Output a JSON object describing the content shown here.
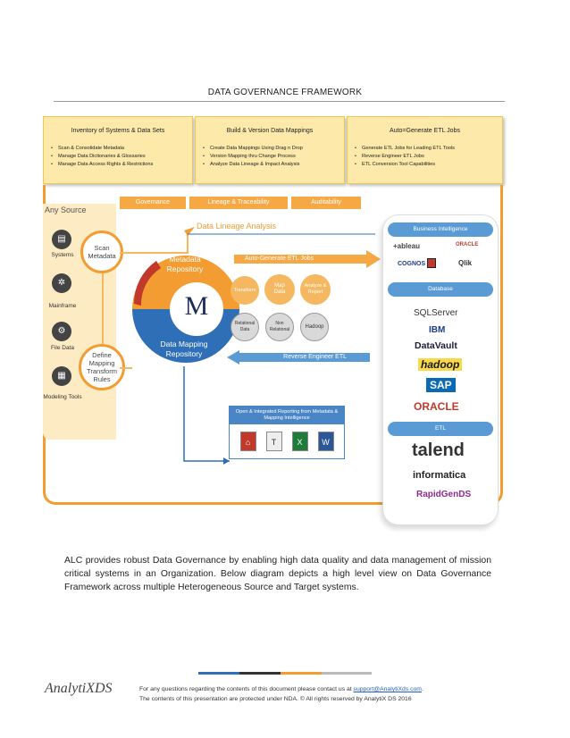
{
  "title": "DATA GOVERNANCE FRAMEWORK",
  "top_boxes": [
    {
      "heading": "Inventory of Systems & Data Sets",
      "items": [
        "Scan & Consolidate Metadata",
        "Manage Data Dictionaries & Glossaries",
        "Manage Data Access Rights & Restrictions"
      ]
    },
    {
      "heading": "Build & Version Data Mappings",
      "items": [
        "Create Data Mappings Using Drag n Drop",
        "Version Mapping thru Change Process",
        "Analyze Data Lineage & Impact Analysis"
      ]
    },
    {
      "heading": "Auto=Generate ETL Jobs",
      "items": [
        "Generate ETL Jobs for Leading ETL Tools",
        "Reverse Engineer ETL Jobs",
        "ETL Conversion Tool Capabilities"
      ]
    }
  ],
  "chevrons": [
    "Governance",
    "Lineage & Traceability",
    "Auditability"
  ],
  "any_source": "Any Source",
  "sources": [
    "Systems",
    "Mainframe",
    "File Data",
    "Modeling Tools"
  ],
  "scan_metadata": "Scan Metadata",
  "define_mapping": "Define Mapping Transform Rules",
  "data_lineage": "Data Lineage Analysis",
  "metadata_repo": "Metadata Repository",
  "data_mapping_repo": "Data Mapping Repository",
  "hub_letter": "M",
  "auto_generate": "Auto-Generate ETL Jobs",
  "reverse_engineer": "Reverse Engineer ETL",
  "orange_circles": [
    "Transform",
    "Map Data",
    "Analyze & Report"
  ],
  "gray_circles": [
    "Relational Data",
    "Non Relational",
    "Hadoop"
  ],
  "report_heading": "Open & Integrated Reporting from Metadata & Mapping Intelligence",
  "right": {
    "bi_label": "Business Intelligence",
    "bi_logos": [
      "+ableau",
      "ORACLE",
      "COGNOS",
      "Qlik"
    ],
    "db_label": "Database",
    "db_logos": [
      "SQLServer",
      "IBM",
      "DataVault",
      "hadoop",
      "SAP",
      "ORACLE"
    ],
    "etl_label": "ETL",
    "etl_logos": [
      "talend",
      "informatica",
      "RapidGenDS"
    ]
  },
  "paragraph": "ALC provides robust Data Governance by enabling high data quality and data management of mission critical systems in an Organization. Below diagram depicts a high level view on Data Governance Framework across multiple Heterogeneous Source and Target systems.",
  "footer": {
    "brand": "AnalytiXDS",
    "line1_prefix": "For any questions regarding the contents of this document please contact us at ",
    "email": "support@AnalytiXds.com",
    "line1_suffix": ".",
    "line2": "The contents of this presentation are protected under NDA. © All rights reserved by AnalytiX DS 2016"
  },
  "colors": {
    "orange": "#f39c32",
    "blue": "#2f6fb7",
    "yellow": "#fde9a9",
    "pill_blue": "#5b9bd5"
  }
}
